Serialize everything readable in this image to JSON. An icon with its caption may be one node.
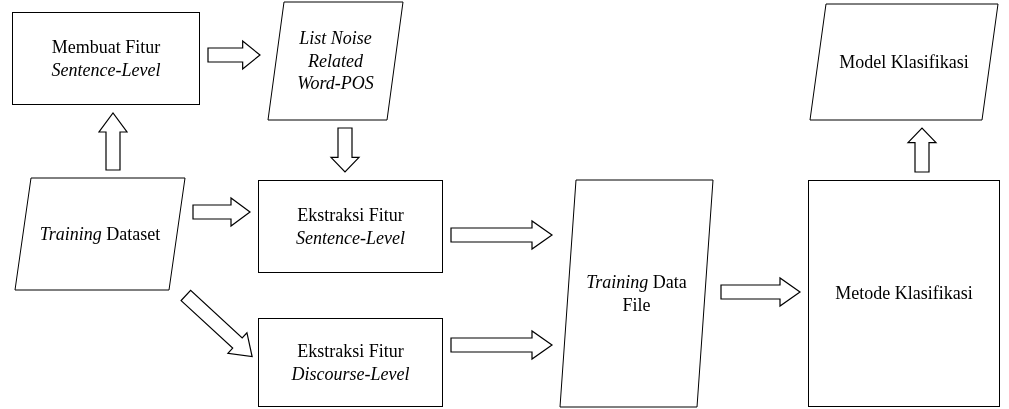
{
  "diagram": {
    "nodes": [
      {
        "text": [
          "*Training* Dataset"
        ]
      },
      {
        "text": [
          "Membuat Fitur *Sentence-Level*"
        ]
      },
      {
        "text": [
          "List Noise Related Word-POS"
        ]
      },
      {
        "text": [
          "Ekstraksi Fitur *Sentence-Level*"
        ]
      },
      {
        "text": [
          "Ekstraksi Fitur *Discourse-Level*"
        ]
      },
      {
        "text": [
          "*Training* Data File"
        ]
      },
      {
        "text": [
          "Metode Klasifikasi"
        ]
      },
      {
        "text": [
          "Model Klasifikasi"
        ]
      }
    ],
    "edges": [
      {
        "from": 0,
        "to": 1,
        "arrow": "to"
      },
      {
        "from": 1,
        "to": 2,
        "arrow": "to"
      },
      {
        "from": 2,
        "to": 3,
        "arrow": "to"
      },
      {
        "from": 0,
        "to": 3,
        "arrow": "to"
      },
      {
        "from": 0,
        "to": 4,
        "arrow": "to"
      },
      {
        "from": 3,
        "to": 5,
        "arrow": "to"
      },
      {
        "from": 4,
        "to": 5,
        "arrow": "to"
      },
      {
        "from": 5,
        "to": 6,
        "arrow": "to"
      },
      {
        "from": 6,
        "to": 7,
        "arrow": "to"
      }
    ]
  }
}
